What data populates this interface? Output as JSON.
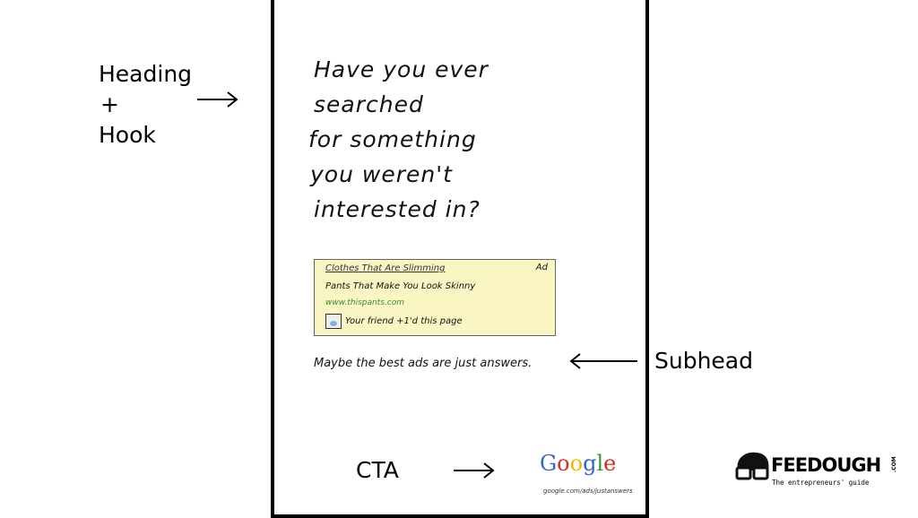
{
  "labels": {
    "heading": "Heading",
    "plus": "+",
    "hook": "Hook",
    "subhead": "Subhead",
    "cta": "CTA"
  },
  "poster": {
    "headline": [
      "Have you ever",
      "searched",
      "for something",
      "you weren't",
      "interested in?"
    ],
    "ad": {
      "title": "Clothes That Are Slimming",
      "ad_tag": "Ad",
      "description": "Pants That Make You Look Skinny",
      "url": "www.thispants.com",
      "social": "Your friend +1'd this page"
    },
    "subhead": "Maybe the best ads are just answers.",
    "google_logo": "Google",
    "google_url": "google.com/ads/justanswers"
  },
  "brand": {
    "name": "FEEDOUGH",
    "tld": ".COM",
    "tagline": "The entrepreneurs' guide"
  },
  "colors": {
    "ad_bg": "#f9f6c4",
    "ad_url": "#3a8a3a",
    "google_blue": "#3366cc",
    "google_red": "#d62d20",
    "google_yellow": "#f2b600",
    "google_green": "#2a9a3a"
  }
}
